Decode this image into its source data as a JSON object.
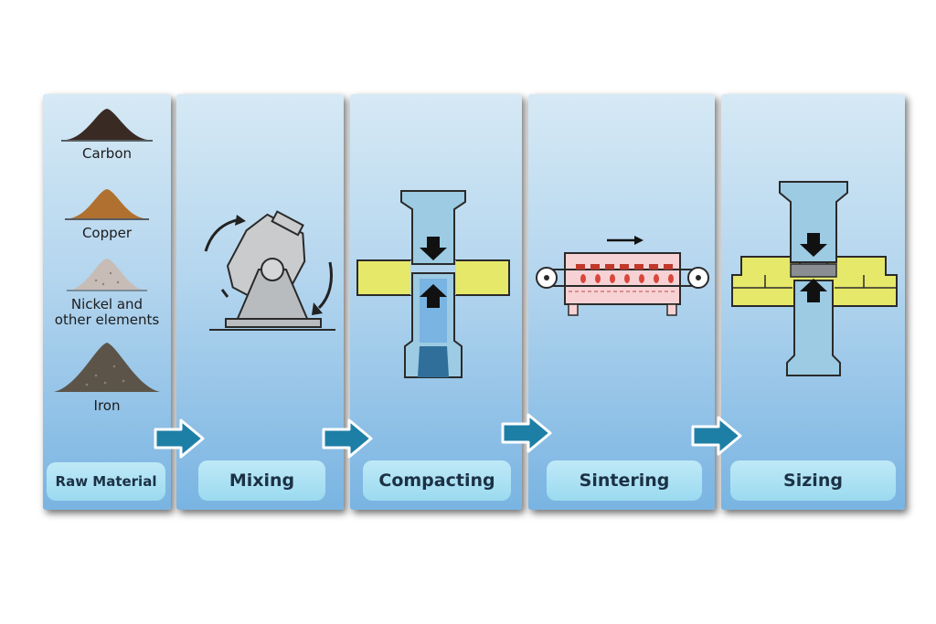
{
  "stages": [
    {
      "id": "raw",
      "label": "Raw Material"
    },
    {
      "id": "mix",
      "label": "Mixing"
    },
    {
      "id": "comp",
      "label": "Compacting"
    },
    {
      "id": "sint",
      "label": "Sintering"
    },
    {
      "id": "size",
      "label": "Sizing"
    }
  ],
  "materials": [
    {
      "label": "Carbon",
      "color": "#3a2a24"
    },
    {
      "label": "Copper",
      "color": "#b0702f"
    },
    {
      "label": "Nickel and other elements",
      "label_line1": "Nickel and",
      "label_line2": "other elements",
      "color": "#c7bcb6"
    },
    {
      "label": "Iron",
      "color": "#5c5448"
    }
  ],
  "colors": {
    "arrow": "#1e7fa6",
    "die": "#e6e86a",
    "punch": "#9ccbe3",
    "punch_dark": "#2f6f9a",
    "furnace": "#f6d2d4",
    "mixer": "#b9bcbf"
  },
  "icons": {
    "flow_arrow": "right-arrow-icon",
    "press_down": "down-arrow-icon",
    "press_up": "up-arrow-icon",
    "rotation": "rotation-arrow-icon",
    "conveyor": "conveyor-arrow-icon"
  }
}
